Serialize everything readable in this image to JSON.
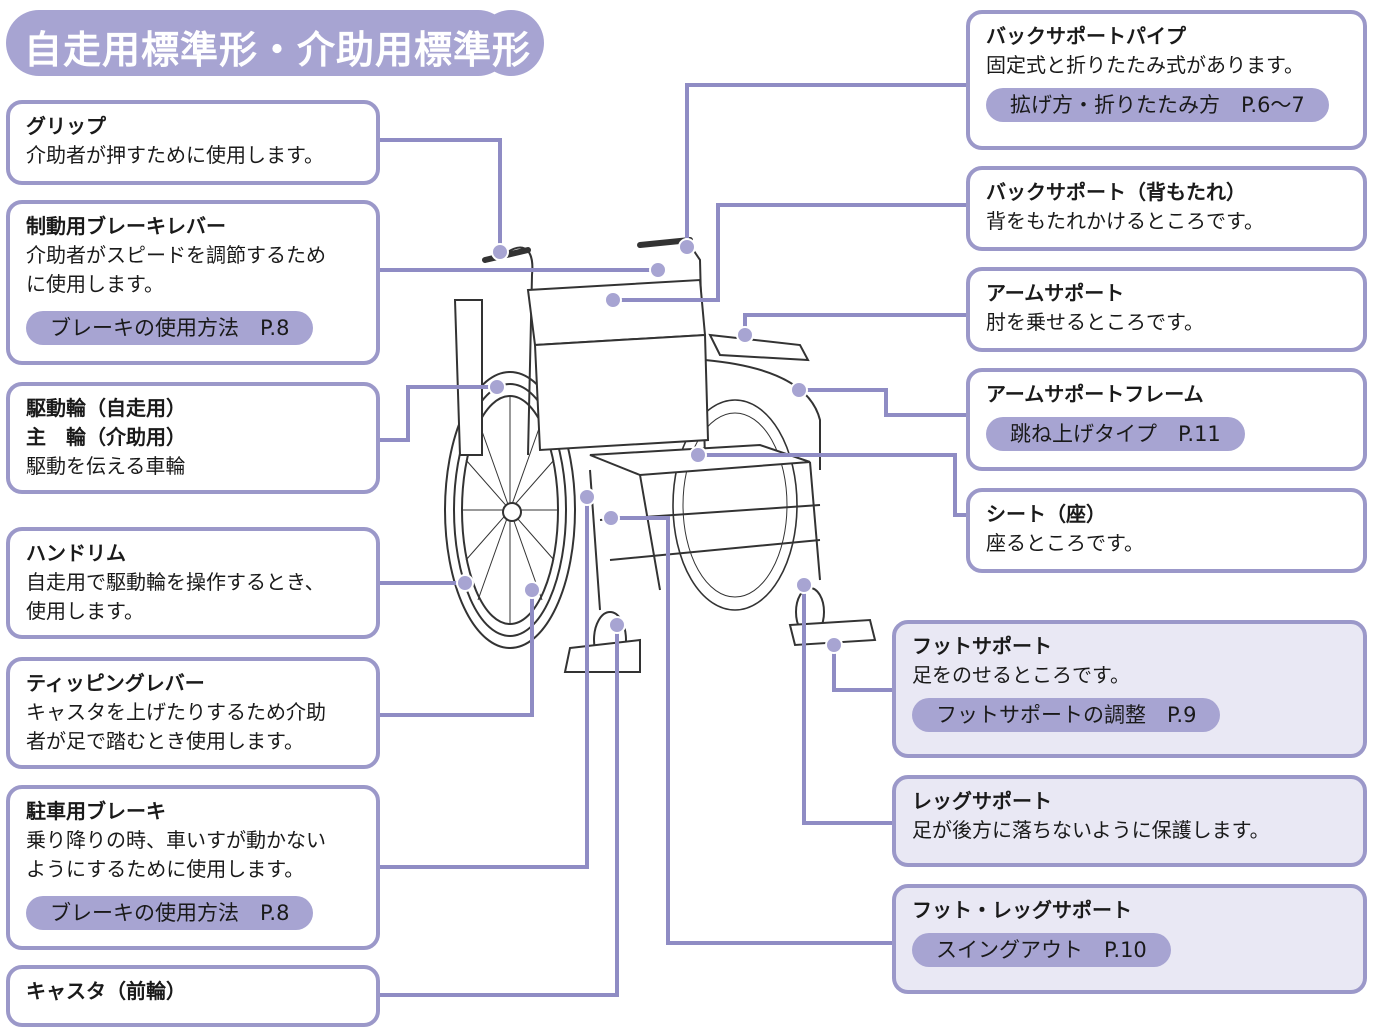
{
  "title": "自走用標準形・介助用標準形",
  "colors": {
    "accent": "#a7a4d2",
    "border": "#9b98c9",
    "line": "#8f8cc4",
    "shade": "#e9e8f4"
  },
  "parts": {
    "grip": {
      "name": "グリップ",
      "desc": [
        "介助者が押すために使用します。"
      ]
    },
    "brake_lever": {
      "name": "制動用ブレーキレバー",
      "desc": [
        "介助者がスピードを調節するため",
        "に使用します。"
      ],
      "ref": "ブレーキの使用方法　P.8"
    },
    "drive_wheel": {
      "name": [
        "駆動輪（自走用）",
        "主　輪（介助用）"
      ],
      "desc": [
        "駆動を伝える車輪"
      ]
    },
    "handrim": {
      "name": "ハンドリム",
      "desc": [
        "自走用で駆動輪を操作するとき、",
        "使用します。"
      ]
    },
    "tipping_lever": {
      "name": "ティッピングレバー",
      "desc": [
        "キャスタを上げたりするため介助",
        "者が足で踏むとき使用します。"
      ]
    },
    "parking_brake": {
      "name": "駐車用ブレーキ",
      "desc": [
        "乗り降りの時、車いすが動かない",
        "ようにするために使用します。"
      ],
      "ref": "ブレーキの使用方法　P.8"
    },
    "caster": {
      "name": "キャスタ（前輪）"
    },
    "back_pipe": {
      "name": "バックサポートパイプ",
      "desc": [
        "固定式と折りたたみ式があります。"
      ],
      "ref": "拡げ方・折りたたみ方　P.6〜7"
    },
    "back_support": {
      "name": "バックサポート（背もたれ）",
      "desc": [
        "背をもたれかけるところです。"
      ]
    },
    "arm_support": {
      "name": "アームサポート",
      "desc": [
        "肘を乗せるところです。"
      ]
    },
    "arm_frame": {
      "name": "アームサポートフレーム",
      "ref": "跳ね上げタイプ　P.11"
    },
    "seat": {
      "name": "シート（座）",
      "desc": [
        "座るところです。"
      ]
    },
    "foot_support": {
      "name": "フットサポート",
      "desc": [
        "足をのせるところです。"
      ],
      "ref": "フットサポートの調整　P.9"
    },
    "leg_support": {
      "name": "レッグサポート",
      "desc": [
        "足が後方に落ちないように保護します。"
      ]
    },
    "foot_leg_support": {
      "name": "フット・レッグサポート",
      "ref": "スイングアウト　P.10"
    }
  }
}
